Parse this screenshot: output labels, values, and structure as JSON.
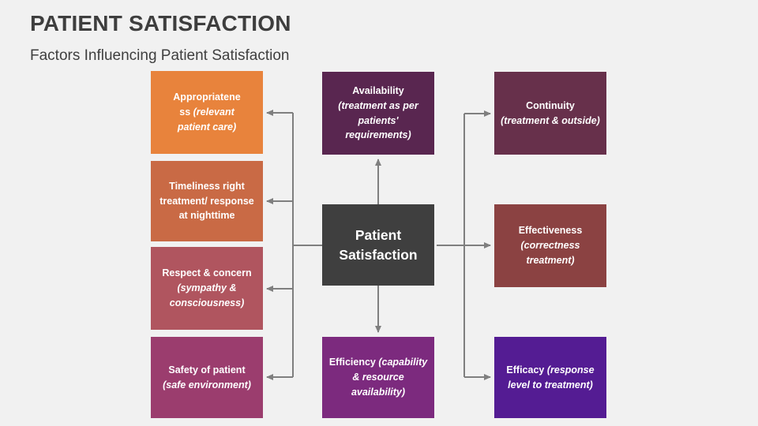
{
  "slide": {
    "title": "PATIENT SATISFACTION",
    "subtitle": "Factors Influencing Patient Satisfaction",
    "background": "#F1F1F1"
  },
  "colors": {
    "connector": "#7F7F7F",
    "title_text": "#3E3E3E",
    "node_text": "#FFFFFF"
  },
  "diagram": {
    "center": {
      "title": "Patient Satisfaction",
      "subtitle": "",
      "color": "#3F3F3F"
    },
    "left": [
      {
        "title": "Appropriatene ss",
        "subtitle": "(relevant patient care)",
        "color": "#E8833C"
      },
      {
        "title": "Timeliness right treatment/ response at nighttime",
        "subtitle": "",
        "color": "#C96A45"
      },
      {
        "title": "Respect & concern",
        "subtitle": "(sympathy & consciousness)",
        "color": "#B0555F"
      },
      {
        "title": "Safety of patient",
        "subtitle": "(safe environment)",
        "color": "#9B3D6E"
      }
    ],
    "top": {
      "title": "Availability",
      "subtitle": "(treatment as per patients' requirements)",
      "color": "#592650"
    },
    "bottom": {
      "title": "Efficiency",
      "subtitle": "(capability & resource availability)",
      "color": "#7C2A7E"
    },
    "right": [
      {
        "title": "Continuity",
        "subtitle": "(treatment & outside)",
        "color": "#67304B"
      },
      {
        "title": "Effectiveness",
        "subtitle": "(correctness treatment)",
        "color": "#8B4242"
      },
      {
        "title": "Efficacy",
        "subtitle": "(response level to treatment)",
        "color": "#541C93"
      }
    ]
  }
}
